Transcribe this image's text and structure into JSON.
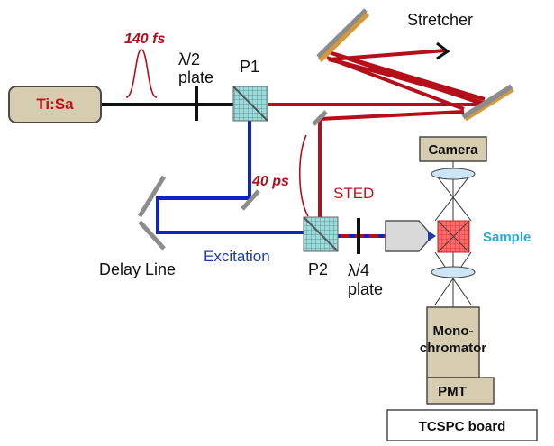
{
  "labels": {
    "source": "Ti:Sa",
    "pulse_short": "140 fs",
    "halfwave_line1": "λ/2",
    "halfwave_line2": "plate",
    "p1": "P1",
    "stretcher": "Stretcher",
    "pulse_long": "40 ps",
    "sted": "STED",
    "delay_line": "Delay Line",
    "excitation": "Excitation",
    "p2": "P2",
    "quarterwave_line1": "λ/4",
    "quarterwave_line2": "plate",
    "camera": "Camera",
    "sample": "Sample",
    "mono_line1": "Mono-",
    "mono_line2": "chromator",
    "pmt": "PMT",
    "tcspc": "TCSPC board"
  },
  "colors": {
    "red_beam": "#b5101a",
    "blue_beam": "#1023c8",
    "black_beam": "#111111",
    "box_fill": "#d6cdb1",
    "box_stroke": "#4a4a4a",
    "mirror_gray": "#8c8c8c",
    "mirror_gold": "#d49a3a",
    "lens_fill": "#cde6f5",
    "sample_red": "#ff6060",
    "accent_cyan": "#29a9d8"
  }
}
